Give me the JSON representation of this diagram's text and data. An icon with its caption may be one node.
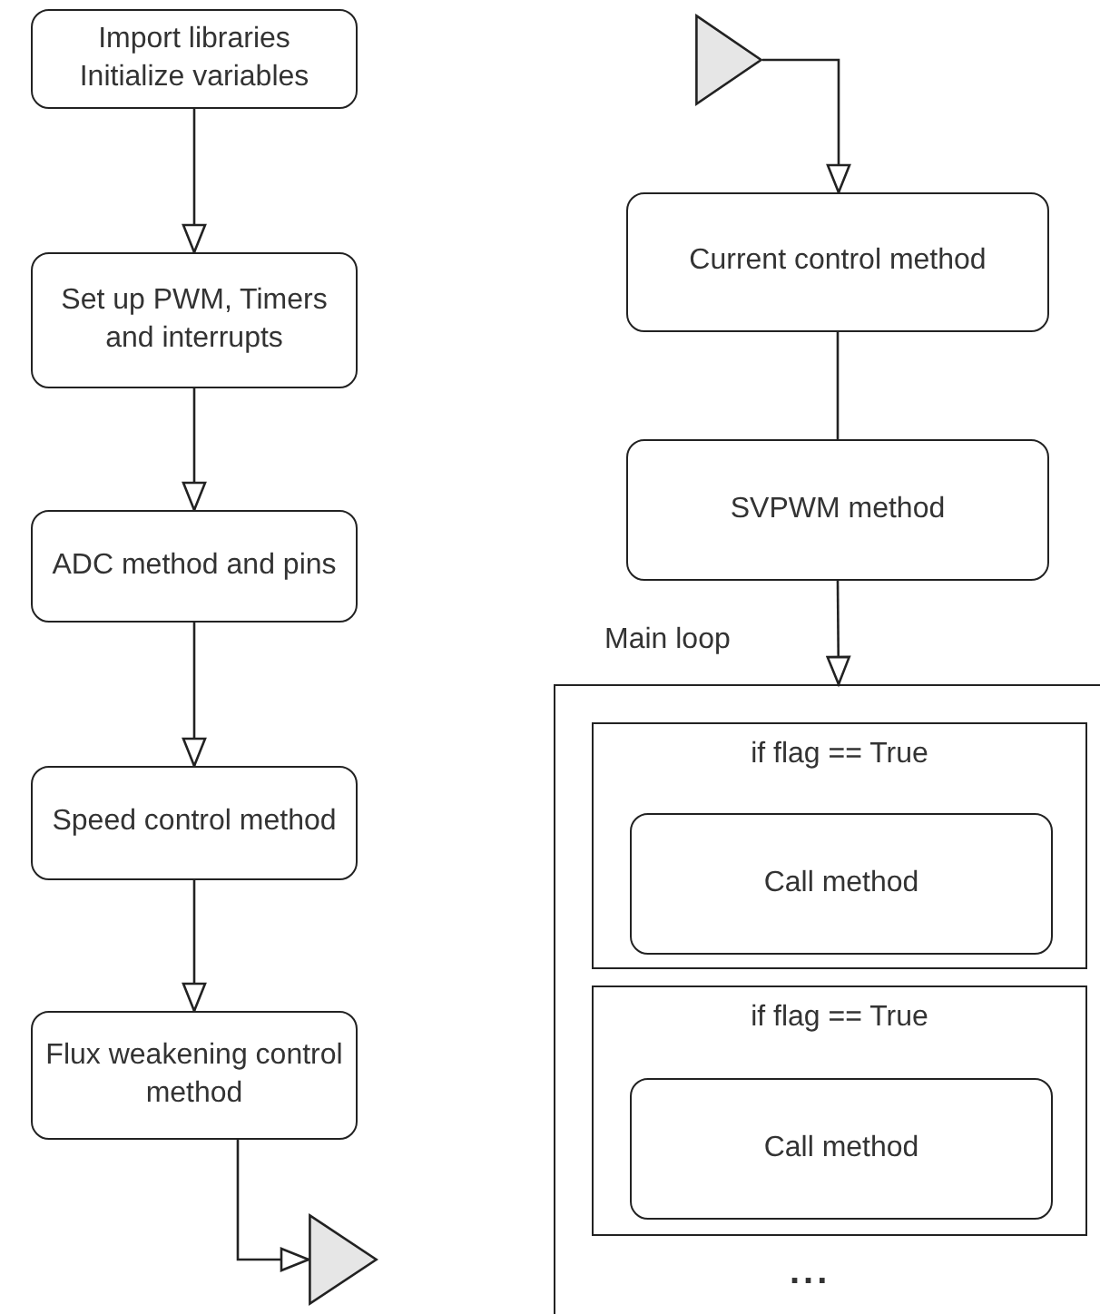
{
  "diagram": {
    "nodes": [
      {
        "text": [
          "Import libraries",
          "Initialize variables"
        ]
      },
      {
        "text": [
          "Set up PWM, Timers and interrupts"
        ]
      },
      {
        "text": [
          "ADC method and pins"
        ]
      },
      {
        "text": [
          "Speed control method"
        ]
      },
      {
        "text": [
          "Flux weakening control method"
        ]
      },
      {
        "text": [],
        "shape": "triangle"
      },
      {
        "text": [],
        "shape": "triangle"
      },
      {
        "text": [
          "Current control method"
        ]
      },
      {
        "text": [
          "SVPWM method"
        ]
      },
      {
        "text": [
          "Main loop"
        ]
      },
      {
        "text": [
          "if flag == True"
        ],
        "in": 9
      },
      {
        "text": [
          "Call method"
        ],
        "in": 10
      },
      {
        "text": [
          "if flag == True"
        ],
        "in": 9
      },
      {
        "text": [
          "Call method"
        ],
        "in": 12
      }
    ],
    "edges": [
      {
        "from": 0,
        "to": 1,
        "arrow": "to"
      },
      {
        "from": 1,
        "to": 2,
        "arrow": "to"
      },
      {
        "from": 2,
        "to": 3,
        "arrow": "to"
      },
      {
        "from": 3,
        "to": 4,
        "arrow": "to"
      },
      {
        "from": 4,
        "to": 5,
        "arrow": "to"
      },
      {
        "from": 6,
        "to": 7,
        "arrow": "to"
      },
      {
        "from": 7,
        "to": 8,
        "arrow": "none"
      },
      {
        "from": 8,
        "to": 9,
        "arrow": "to"
      }
    ],
    "labels": [
      "..."
    ]
  }
}
